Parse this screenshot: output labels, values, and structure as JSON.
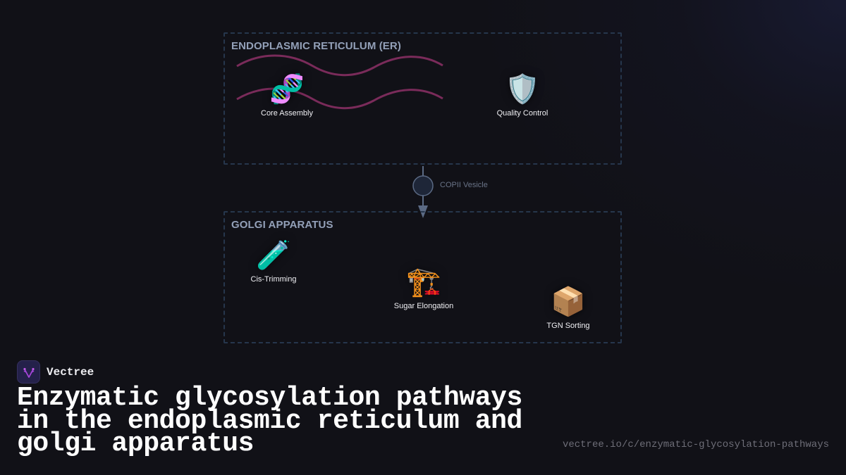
{
  "colors": {
    "background": "#111117",
    "compartment_border": "#26364c",
    "compartment_title": "#93a0b8",
    "er_wave": "#7a2b5a",
    "vesicle_fill": "#1e2638",
    "vesicle_stroke": "#5b6a84",
    "arrow": "#5b6a84",
    "label_text": "#f0f0f4",
    "brand_logo_bg": "#24214a",
    "brand_logo_accent": "#a445d8"
  },
  "diagram": {
    "er": {
      "title": "ENDOPLASMIC RETICULUM (ER)",
      "nodes": [
        {
          "id": "core-assembly",
          "label": "Core Assembly",
          "icon": "dna-icon",
          "glyph": "🧬"
        },
        {
          "id": "quality-control",
          "label": "Quality Control",
          "icon": "shield-icon",
          "glyph": "🛡️"
        }
      ]
    },
    "transport": {
      "label": "COPII Vesicle",
      "icon": "vesicle-circle",
      "direction": "ER to Golgi"
    },
    "golgi": {
      "title": "GOLGI APPARATUS",
      "nodes": [
        {
          "id": "cis-trimming",
          "label": "Cis-Trimming",
          "icon": "test-tube-icon",
          "glyph": "🧪"
        },
        {
          "id": "sugar-elongation",
          "label": "Sugar Elongation",
          "icon": "crane-icon",
          "glyph": "🏗️"
        },
        {
          "id": "tgn-sorting",
          "label": "TGN Sorting",
          "icon": "package-icon",
          "glyph": "📦"
        }
      ]
    }
  },
  "footer": {
    "brand": "Vectree",
    "brand_icon": "vectree-logo-icon",
    "title": "Enzymatic glycosylation pathways in the endoplasmic reticulum and golgi apparatus",
    "url": "vectree.io/c/enzymatic-glycosylation-pathways"
  }
}
